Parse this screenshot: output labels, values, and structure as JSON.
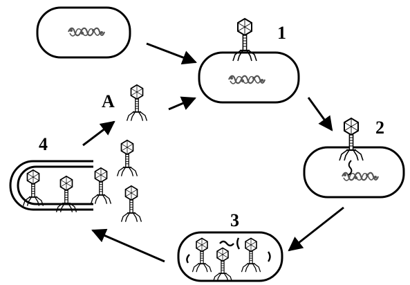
{
  "labels": {
    "step1": "1",
    "step2": "2",
    "step3": "3",
    "step4": "4",
    "phage_a": "A"
  },
  "colors": {
    "stroke": "#000000",
    "background": "#ffffff",
    "dna": "#555555"
  },
  "icons": {
    "cell": "bacterial-cell",
    "phage": "bacteriophage-icon",
    "dna": "dna-coil",
    "arrow": "arrow"
  }
}
